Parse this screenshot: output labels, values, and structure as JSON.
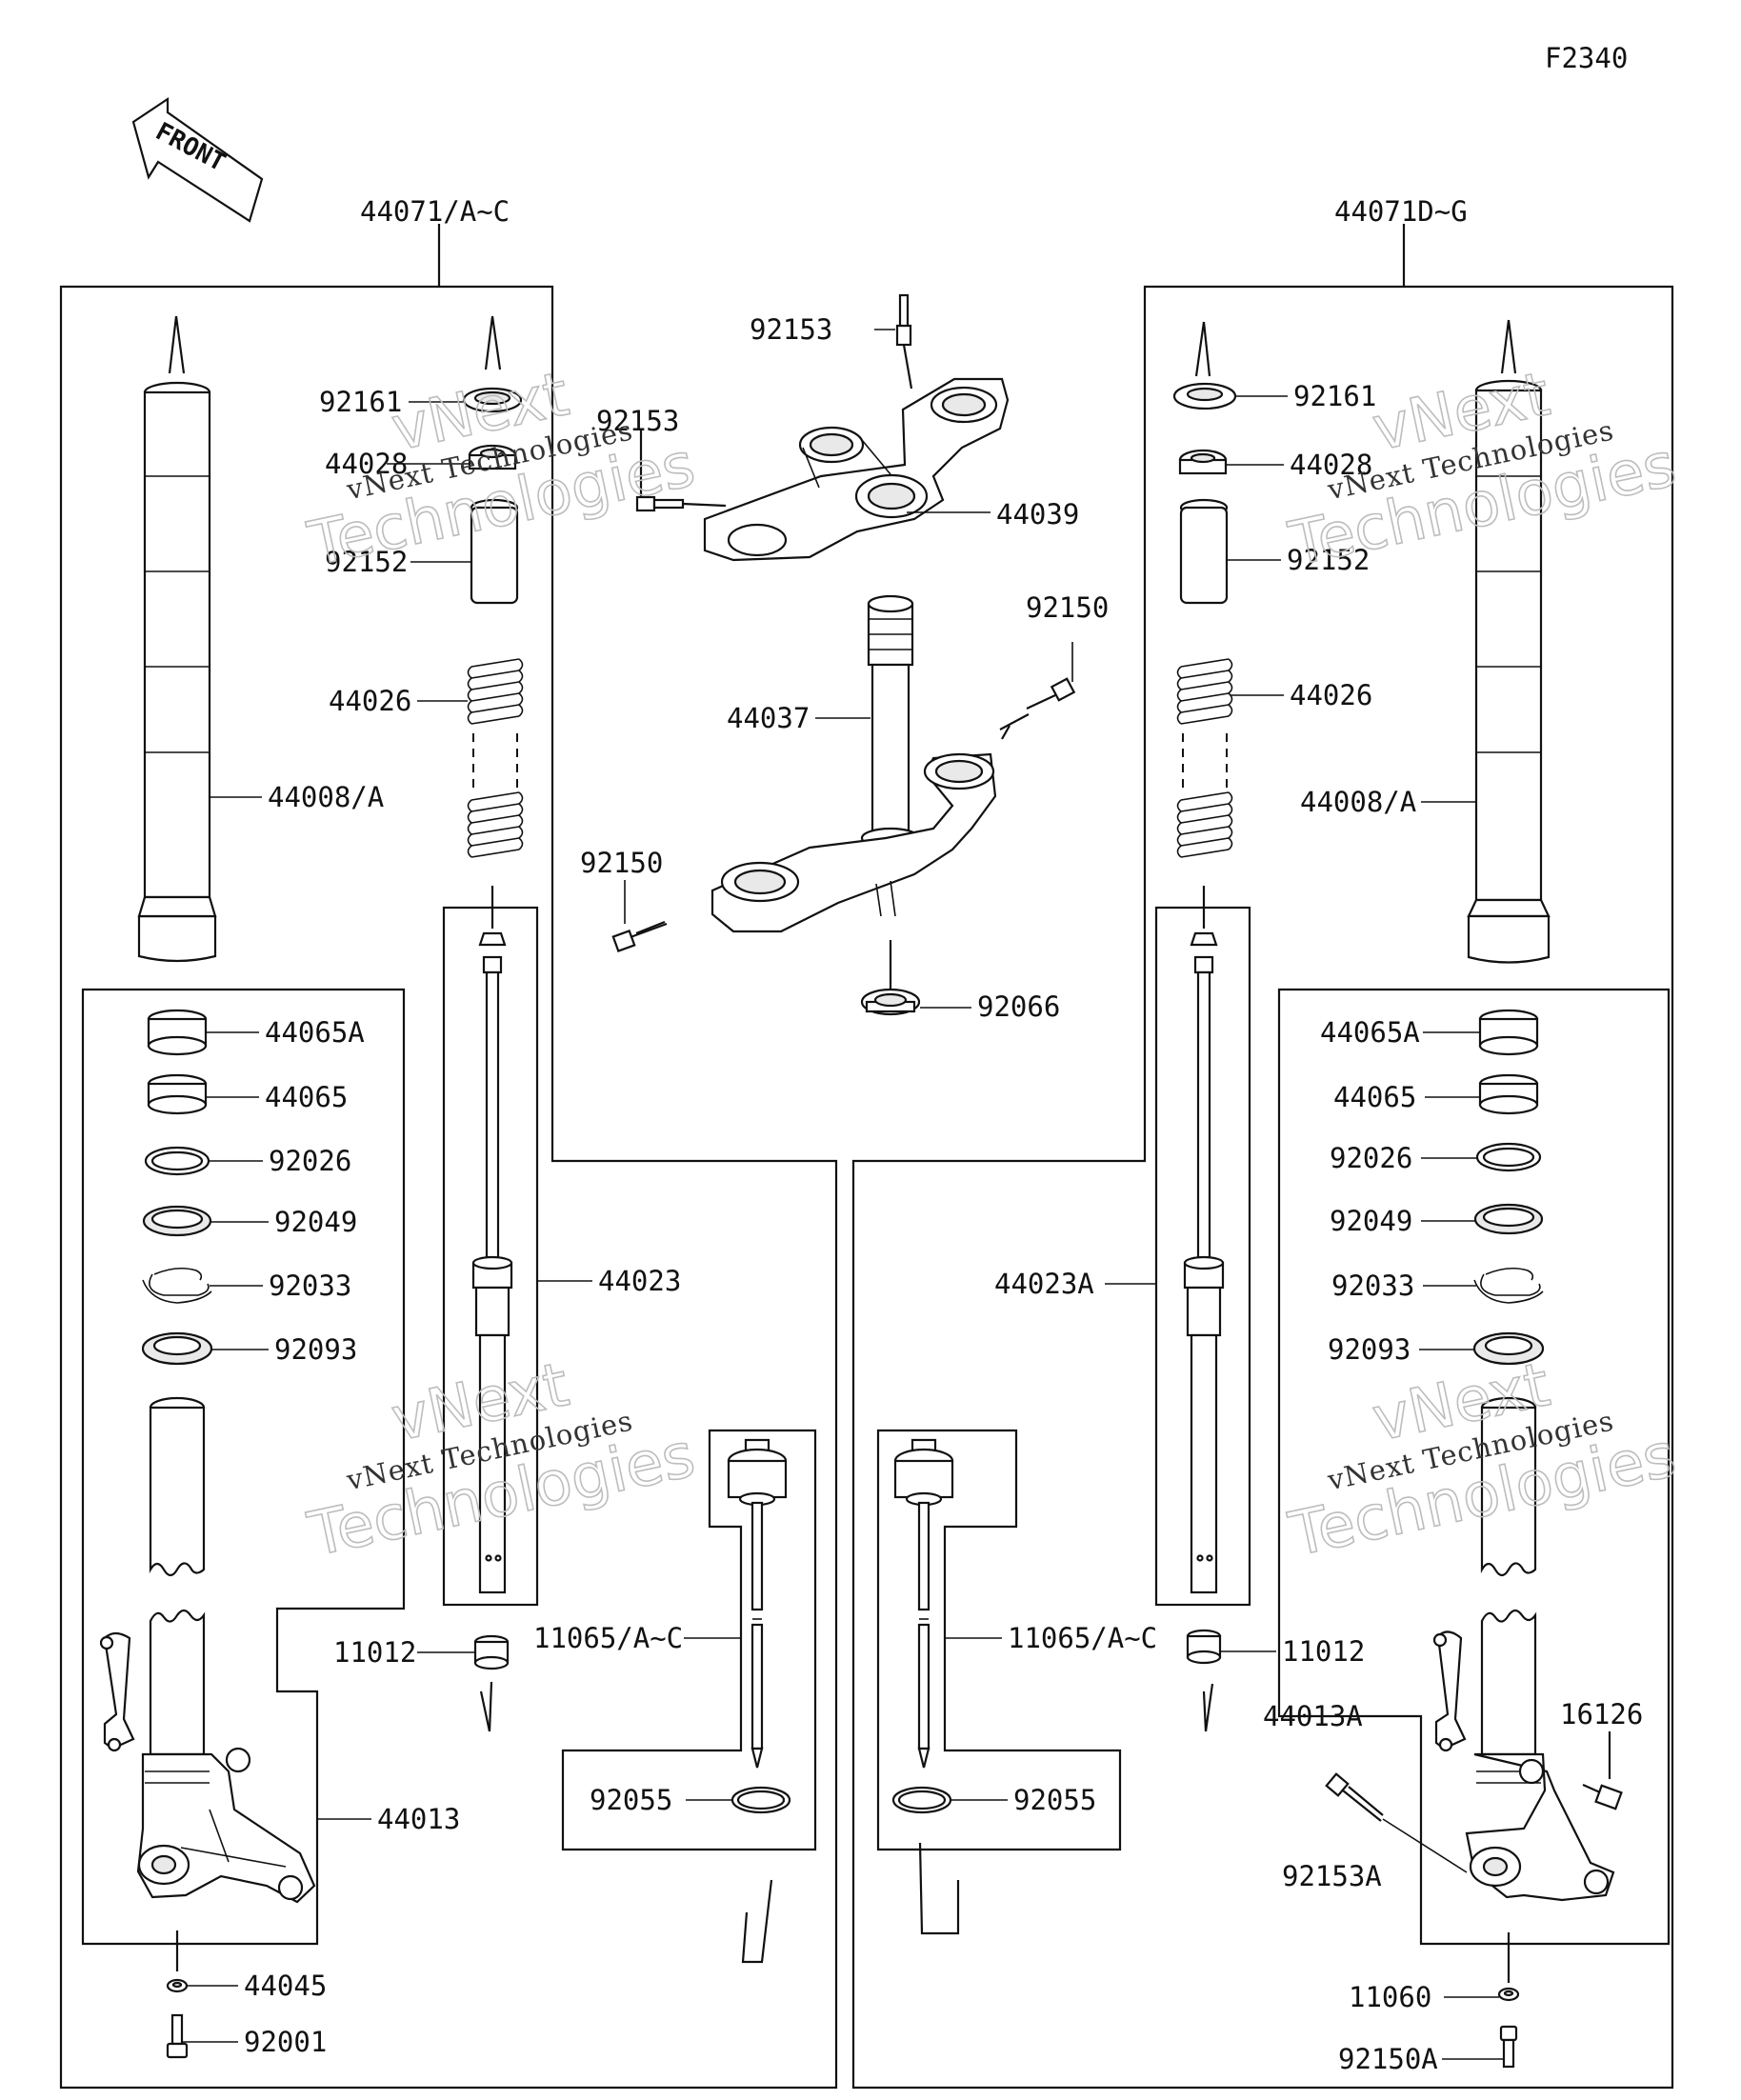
{
  "figure_code": "F2340",
  "front_label": "FRONT",
  "watermark": {
    "line1": "vNext Technologies",
    "big_a": "vNext",
    "big_b": "Technologies"
  },
  "assemblies": {
    "left": "44071/A~C",
    "right": "44071D~G"
  },
  "parts": {
    "top_bolt_upper": "92153",
    "top_bolt_side": "92153",
    "upper_bracket": "44039",
    "stem_bolt_right": "92150",
    "steering_stem": "44037",
    "stem_bolt_left": "92150",
    "stem_seal": "92066",
    "l_cap_ring": "92161",
    "l_cap": "44028",
    "l_collar": "92152",
    "l_spring": "44026",
    "l_outer_tube": "44008/A",
    "l_bush_a": "44065A",
    "l_bush": "44065",
    "l_washer": "92026",
    "l_oil_seal": "92049",
    "l_stop_ring": "92033",
    "l_dust_seal": "92093",
    "l_damper_rod": "44023",
    "l_inner_bush": "11012",
    "l_bottom": "44013",
    "l_gasket": "44045",
    "l_socket_bolt": "92001",
    "l_cartridge": "11065/A~C",
    "l_oring": "92055",
    "r_cap_ring": "92161",
    "r_cap": "44028",
    "r_collar": "92152",
    "r_spring": "44026",
    "r_outer_tube": "44008/A",
    "r_bush_a": "44065A",
    "r_bush": "44065",
    "r_washer": "92026",
    "r_oil_seal": "92049",
    "r_stop_ring": "92033",
    "r_dust_seal": "92093",
    "r_damper_rod": "44023A",
    "r_inner_bush": "11012",
    "r_cartridge": "11065/A~C",
    "r_oring": "92055",
    "r_bottom": "44013A",
    "r_sensor": "16126",
    "r_bolt_a": "92153A",
    "r_gasket": "11060",
    "r_socket_bolt": "92150A"
  }
}
